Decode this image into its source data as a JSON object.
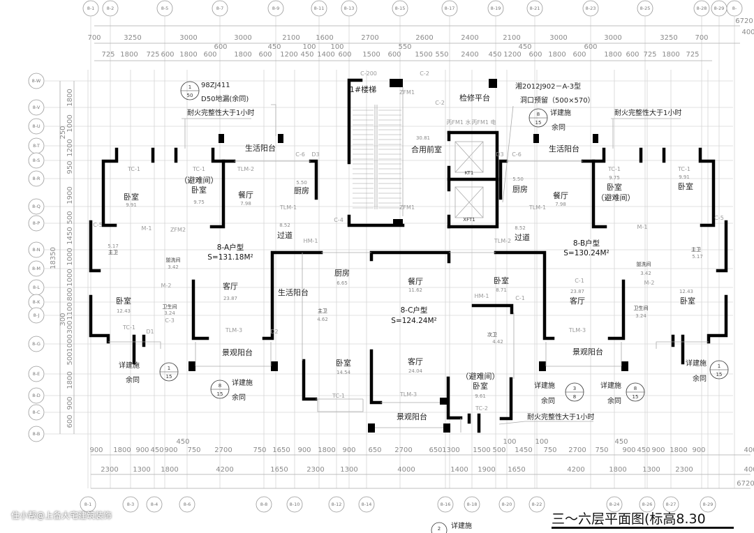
{
  "title": "三～六层平面图(标高8.30",
  "watermark": "住小帮@上备大宅建筑装饰",
  "axes": {
    "top": [
      "8-1",
      "8-2",
      "8-5",
      "8-7",
      "8-9",
      "8-11",
      "8-13",
      "8-15",
      "8-17",
      "8-19",
      "8-21",
      "8-23",
      "8-25",
      "8-28",
      "8-29",
      "8-"
    ],
    "bottom": [
      "8-1",
      "8-3",
      "8-4",
      "8-6",
      "8-8",
      "8-10",
      "8-12",
      "8-14",
      "8-16",
      "8-18",
      "8-20",
      "8-22",
      "8-24",
      "8-26",
      "8-27",
      "8-29"
    ],
    "left": [
      "8-W",
      "8-V",
      "8-U",
      "8-T",
      "8-S",
      "8-R",
      "8-Q",
      "8-P",
      "8-N",
      "8-M",
      "8-L",
      "8-K",
      "8-J",
      "8-G",
      "8-E",
      "8-D",
      "8-C",
      "8-B"
    ]
  },
  "dims": {
    "top_total": "6720",
    "top_row1": [
      "700",
      "3250",
      "3000",
      "3000",
      "2100",
      "1600",
      "2700",
      "2600",
      "2400",
      "2100",
      "3000",
      "3000",
      "3250",
      "700"
    ],
    "top_row2": [
      "725",
      "1800",
      "725",
      "600",
      "1800",
      "600",
      "1800",
      "600",
      "1200",
      "450",
      "1400",
      "600",
      "1500",
      "600",
      "1500",
      "550",
      "2400",
      "450",
      "1200",
      "600",
      "1800",
      "600",
      "1800",
      "600",
      "725",
      "1800",
      "725"
    ],
    "top_extra": [
      "600",
      "450",
      "100",
      "100",
      "550",
      "450",
      "600",
      "400"
    ],
    "bottom_row1": [
      "900",
      "1800",
      "900",
      "450",
      "900",
      "450",
      "750",
      "2700",
      "750",
      "1650",
      "900",
      "1800",
      "900",
      "650",
      "2700",
      "650",
      "1300",
      "1500",
      "500",
      "100",
      "1450",
      "100",
      "750",
      "2700",
      "750",
      "450",
      "900",
      "450",
      "900",
      "1800",
      "900",
      "400"
    ],
    "bottom_row2": [
      "2300",
      "1300",
      "1800",
      "4200",
      "1650",
      "2300",
      "1300",
      "4000",
      "1400",
      "1900",
      "1650",
      "4200",
      "1800",
      "1300",
      "2300",
      "400"
    ],
    "bottom_total": "6720",
    "left": [
      "1800",
      "1000",
      "250",
      "1200",
      "950",
      "1900",
      "500",
      "1450",
      "1000",
      "1000",
      "800",
      "1100",
      "300",
      "300",
      "1000",
      "500",
      "1800",
      "900",
      "600"
    ],
    "left_total": "18350"
  },
  "units": {
    "a": {
      "type": "8-A户型",
      "area": "S=131.18M²"
    },
    "b": {
      "type": "8-B户型",
      "area": "S=130.24M²"
    },
    "c": {
      "type": "8-C户型",
      "area": "S=124.24M²"
    }
  },
  "rooms": {
    "a_bed1": {
      "name": "卧室",
      "area": "9.91"
    },
    "a_bed2": {
      "name": "卧室",
      "note": "（避难间）",
      "area": "9.75"
    },
    "a_dining": {
      "name": "餐厅",
      "area": "7.98"
    },
    "a_kitchen": {
      "name": "厨房",
      "area": "5.50"
    },
    "a_corridor": {
      "name": "过道",
      "area": "8.52"
    },
    "a_master_bath": {
      "name": "主卫",
      "area": "5.17"
    },
    "a_wash": {
      "name": "盥洗间",
      "area": "3.42"
    },
    "a_toilet": {
      "name": "卫生间",
      "area": "3.24"
    },
    "a_bed3": {
      "name": "卧室",
      "area": "12.43"
    },
    "a_living": {
      "name": "客厅",
      "area": "23.87"
    },
    "a_service_balcony": {
      "name": "生活阳台"
    },
    "a_view_balcony": {
      "name": "景观阳台"
    },
    "stair": {
      "name": "1#楼梯"
    },
    "lobby": {
      "name": "合用前室",
      "area": "30.81"
    },
    "platform": {
      "name": "检修平台"
    },
    "c_service_balcony": {
      "name": "生活阳台"
    },
    "c_kitchen": {
      "name": "厨房",
      "area": "6.65"
    },
    "c_master_bath": {
      "name": "主卫",
      "area": "4.62"
    },
    "c_bed1": {
      "name": "卧室",
      "area": "14.54"
    },
    "c_dining": {
      "name": "餐厅",
      "area": "11.62"
    },
    "c_living": {
      "name": "客厅",
      "area": "24.04"
    },
    "c_bed2": {
      "name": "卧室",
      "area": "8.71"
    },
    "c_second_bath": {
      "name": "次卫",
      "area": "4.42"
    },
    "c_bed3": {
      "name": "卧室",
      "note": "（避难间）",
      "area": "9.61"
    },
    "c_view_balcony": {
      "name": "景观阳台"
    },
    "b_service_balcony": {
      "name": "生活阳台"
    },
    "b_kitchen": {
      "name": "厨房",
      "area": "5.50"
    },
    "b_dining": {
      "name": "餐厅",
      "area": "7.98"
    },
    "b_corridor": {
      "name": "过道",
      "area": "8.52"
    },
    "b_bed2": {
      "name": "卧室",
      "note": "（避难间）",
      "area": "9.75"
    },
    "b_bed1": {
      "name": "卧室",
      "area": "9.91"
    },
    "b_master_bath": {
      "name": "主卫",
      "area": "5.17"
    },
    "b_wash": {
      "name": "盥洗间",
      "area": "3.42"
    },
    "b_toilet": {
      "name": "卫生间",
      "area": "3.24"
    },
    "b_bed3": {
      "name": "卧室",
      "area": "12.43"
    },
    "b_living": {
      "name": "客厅",
      "area": "23.87"
    },
    "b_view_balcony": {
      "name": "景观阳台"
    }
  },
  "notes": {
    "std_code": "98ZJ411",
    "floor_drain": "D50地漏(余同)",
    "drain_ref": {
      "num": "1",
      "sheet": "50"
    },
    "fire_a": "耐火完整性大于1小时",
    "fire_b": "耐火完整性大于1小时",
    "fire_c": "耐火完整性大于1小时",
    "hn_code": "湘2012J902－A-3型",
    "opening": "洞口预留（500×570）",
    "see_arch": "详建施",
    "same": "余同",
    "elev1": "KT1",
    "elev2": "XFT1",
    "meter_water": "丙FM1 水",
    "meter_elec": "丙FM1 电"
  },
  "detail_refs": [
    {
      "num": "8",
      "sheet": "15"
    },
    {
      "num": "1",
      "sheet": "15"
    },
    {
      "num": "8",
      "sheet": "15"
    },
    {
      "num": "3",
      "sheet": "8"
    },
    {
      "num": "8",
      "sheet": "15"
    },
    {
      "num": "1",
      "sheet": "15"
    },
    {
      "num": "2",
      "sheet": ""
    }
  ],
  "tags": [
    "TC-1",
    "TC-1",
    "TLM-2",
    "C-6",
    "D3",
    "TLM-1",
    "C-4",
    "HM-1",
    "M-1",
    "ZFM2",
    "M-2",
    "C-3",
    "TLM-3",
    "D1",
    "D2",
    "C-2",
    "C-200",
    "ZFM1",
    "ZFM1",
    "C-2",
    "D3",
    "C-6",
    "TLM-1",
    "TLM-2",
    "HM-1",
    "TC-1",
    "TC-1",
    "TC-1",
    "TLM-3",
    "TC-2",
    "TC-1",
    "TLM-3",
    "C-1",
    "C-1",
    "M-1",
    "M-2",
    "C-5",
    "C-5"
  ]
}
